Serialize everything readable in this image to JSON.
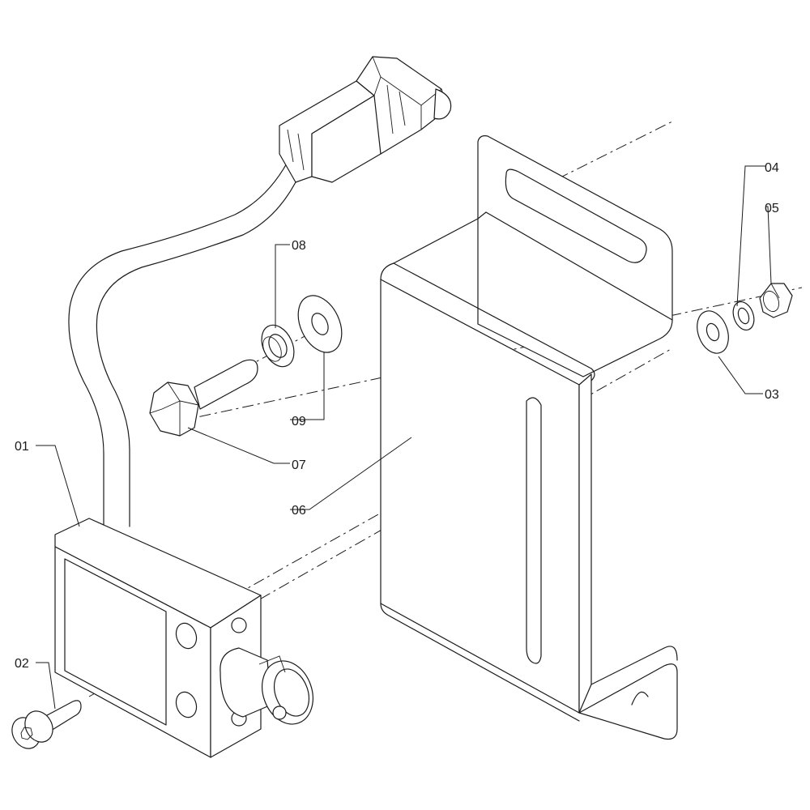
{
  "callouts": [
    {
      "id": "c01",
      "number": "01"
    },
    {
      "id": "c02",
      "number": "02"
    },
    {
      "id": "c03",
      "number": "03"
    },
    {
      "id": "c04",
      "number": "04"
    },
    {
      "id": "c05",
      "number": "05"
    },
    {
      "id": "c06",
      "number": "06"
    },
    {
      "id": "c07",
      "number": "07"
    },
    {
      "id": "c08",
      "number": "08"
    },
    {
      "id": "c09",
      "number": "09"
    }
  ],
  "line_color": "#1a1a1a",
  "background": "#ffffff"
}
